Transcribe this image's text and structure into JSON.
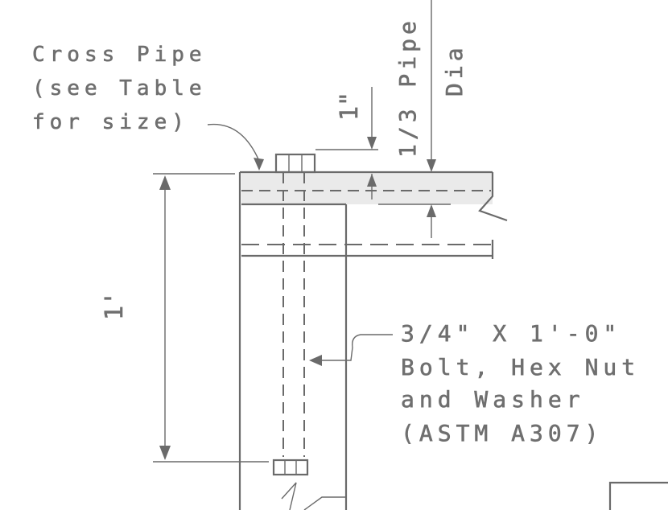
{
  "labels": {
    "cross_pipe": [
      "Cross Pipe",
      "(see Table",
      "for size)"
    ],
    "bolt": [
      "3/4\" X 1'-0\"",
      "Bolt, Hex Nut",
      "and Washer",
      "(ASTM A307)"
    ],
    "dim_depth": "1\"",
    "dim_pipe_fraction": "1/3 Pipe",
    "dim_dia": "Dia",
    "dim_height": "1'"
  },
  "colors": {
    "ink": "#6a6a6a",
    "text": "#6f6f6f",
    "pipe_shade": "#d9d9d9",
    "background": "#ffffff"
  }
}
